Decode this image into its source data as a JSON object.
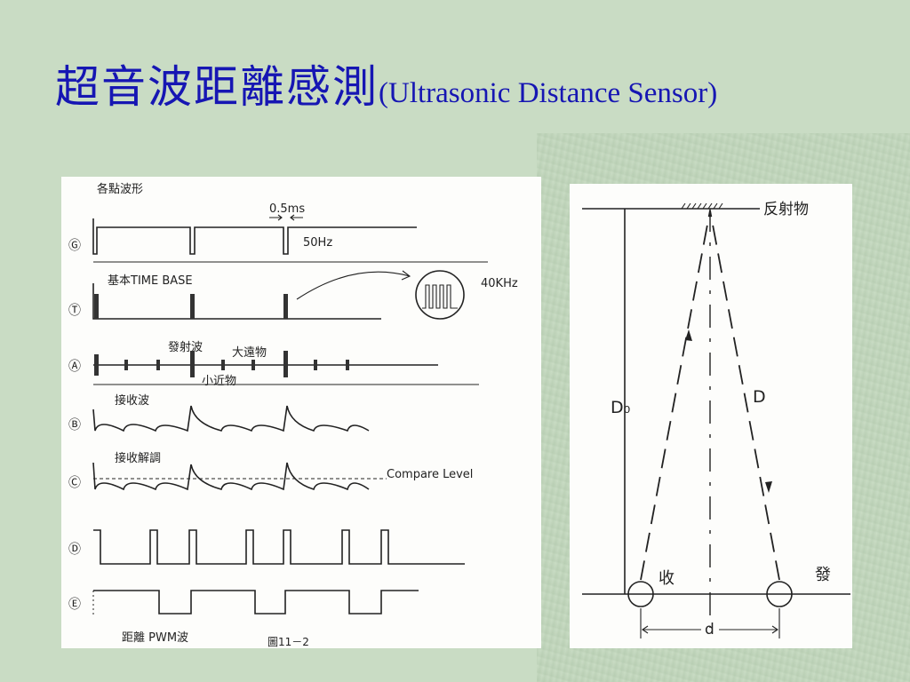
{
  "title": {
    "zh": "超音波距離感測",
    "en": "(Ultrasonic  Distance Sensor)"
  },
  "waveform": {
    "heading": "各點波形",
    "pulse_width": "0.5ms",
    "freq_50": "50Hz",
    "time_base": "基本TIME  BASE",
    "freq_40k": "40KHz",
    "emit_wave": "發射波",
    "far_object": "大遠物",
    "near_object": "小近物",
    "receive_wave": "接收波",
    "demod": "接收解調",
    "compare_level": "Compare Level",
    "pwm": "距離 PWM波",
    "figure": "圖11－2",
    "row_labels": [
      "Ⓖ",
      "Ⓣ",
      "Ⓐ",
      "Ⓑ",
      "Ⓒ",
      "Ⓓ",
      "Ⓔ"
    ]
  },
  "geometry_diagram": {
    "reflector": "反射物",
    "d0": "D₀",
    "d_big": "D",
    "receive": "收",
    "transmit": "發",
    "d_small": "d"
  },
  "colors": {
    "title": "#1616b3",
    "background": "#c9dcc4"
  }
}
